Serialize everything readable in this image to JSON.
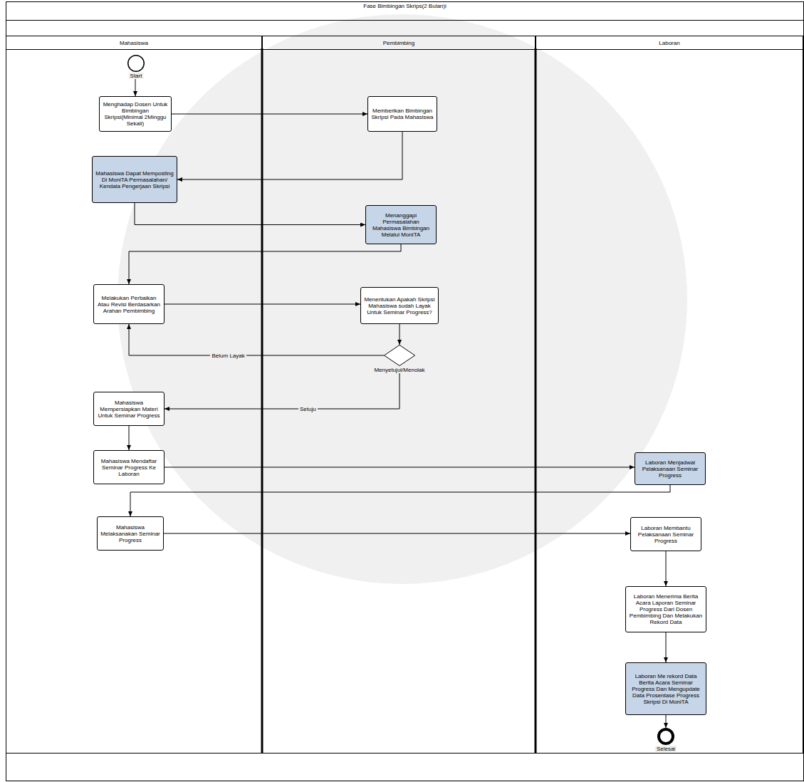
{
  "diagram": {
    "title": "Fase Bimbingan Skrips(2 Bulan)i",
    "nodes": [
      {
        "text": [
          "Mahasiswa"
        ]
      },
      {
        "text": [
          "Pembimbing"
        ]
      },
      {
        "text": [
          "Laboran"
        ]
      },
      {
        "text": [
          "Start"
        ],
        "in": 0
      },
      {
        "text": [
          "Menghadap Dosen Untuk Bimbingan Skripsi(Minimal 2Minggu Sekali)"
        ],
        "in": 0
      },
      {
        "text": [
          "Memberikan Bimbingan Skripsi Pada Mahasiswa"
        ],
        "in": 1
      },
      {
        "text": [
          "Mahasiswa Dapat Memposting Di MoniTA Permasalahan/ Kendala Pengerjaan Skripsi"
        ],
        "in": 0
      },
      {
        "text": [
          "Menanggapi Permasalahan Mahasiswa Bimbingan Melalui MoniTA"
        ],
        "in": 1
      },
      {
        "text": [
          "Melakukan Perbaikan Atau Revisi Berdasarkan Arahan Pembimbing"
        ],
        "in": 0
      },
      {
        "text": [
          "Menentukan Apakah Skripsi Mahasiswa sudah Layak Untuk Seminar Progress?"
        ],
        "in": 1
      },
      {
        "text": [
          "Menyetujui/Menolak"
        ],
        "in": 1
      },
      {
        "text": [
          "Mahasiswa Mempersiapkan Materi Untuk Seminar Progress"
        ],
        "in": 0
      },
      {
        "text": [
          "Mahasiswa Mendaftar Seminar Progress Ke Laboran"
        ],
        "in": 0
      },
      {
        "text": [
          "Laboran Menjadwal Pelaksanaan Seminar Progress"
        ],
        "in": 2
      },
      {
        "text": [
          "Mahasiswa Melaksanakan Seminar Progress"
        ],
        "in": 0
      },
      {
        "text": [
          "Laboran Membantu Pelaksanaan Seminar Progress"
        ],
        "in": 2
      },
      {
        "text": [
          "Laboran Menerima Berita Acara Laporan Seminar Progress Dari Dosen Pembimbing Dan Melakukan Rekord Data"
        ],
        "in": 2
      },
      {
        "text": [
          "Laboran Me rekord Data Berita Acara Seminar Progress Dan Mengupdate Data Prosentase Progress Skripsi Di MoniTA"
        ],
        "in": 2
      },
      {
        "text": [
          "Selesai"
        ],
        "in": 2
      }
    ],
    "edges": [
      {
        "from": 3,
        "to": 4,
        "arrow": "to"
      },
      {
        "from": 4,
        "to": 5,
        "arrow": "to"
      },
      {
        "from": 5,
        "to": 6,
        "arrow": "to"
      },
      {
        "from": 6,
        "to": 7,
        "arrow": "to"
      },
      {
        "from": 7,
        "to": 8,
        "arrow": "to"
      },
      {
        "from": 8,
        "to": 9,
        "arrow": "to"
      },
      {
        "from": 9,
        "to": 10,
        "arrow": "to"
      },
      {
        "from": 10,
        "to": 8,
        "label": "Belum Layak",
        "arrow": "to"
      },
      {
        "from": 10,
        "to": 11,
        "label": "Setuju",
        "arrow": "to"
      },
      {
        "from": 11,
        "to": 12,
        "arrow": "to"
      },
      {
        "from": 12,
        "to": 13,
        "arrow": "to"
      },
      {
        "from": 13,
        "to": 14,
        "arrow": "to"
      },
      {
        "from": 14,
        "to": 15,
        "arrow": "to"
      },
      {
        "from": 15,
        "to": 16,
        "arrow": "to"
      },
      {
        "from": 16,
        "to": 17,
        "arrow": "to"
      },
      {
        "from": 17,
        "to": 18,
        "arrow": "to"
      }
    ]
  }
}
